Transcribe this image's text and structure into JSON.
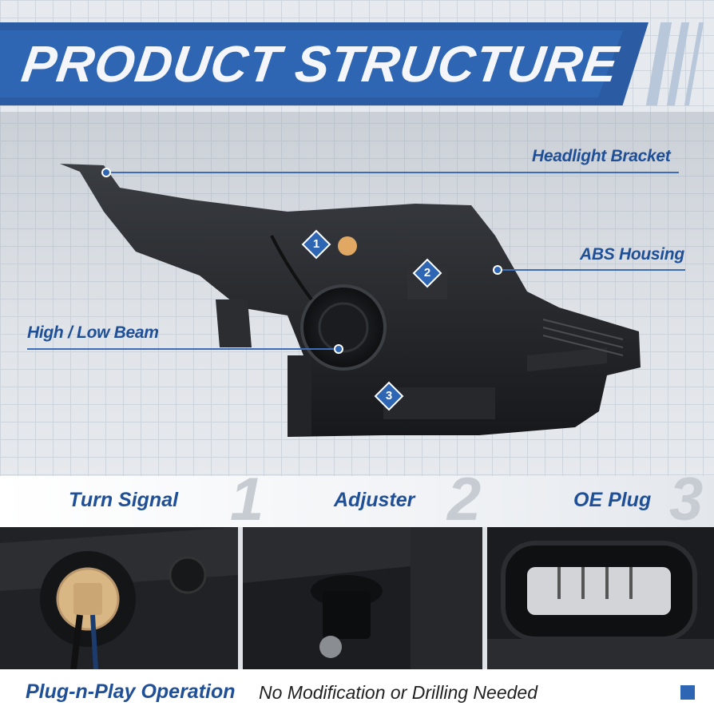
{
  "header": {
    "title": "PRODUCT STRUCTURE"
  },
  "callouts": {
    "headlight_bracket": "Headlight Bracket",
    "abs_housing": "ABS Housing",
    "high_low_beam": "High / Low Beam"
  },
  "badges": [
    "1",
    "2",
    "3"
  ],
  "features": [
    {
      "label": "Turn Signal",
      "number": "1"
    },
    {
      "label": "Adjuster",
      "number": "2"
    },
    {
      "label": "OE Plug",
      "number": "3"
    }
  ],
  "footer": {
    "headline": "Plug-n-Play Operation",
    "text": "No Modification or Drilling Needed"
  },
  "colors": {
    "brand_blue": "#2f66b3",
    "text_blue": "#1f4f97"
  }
}
